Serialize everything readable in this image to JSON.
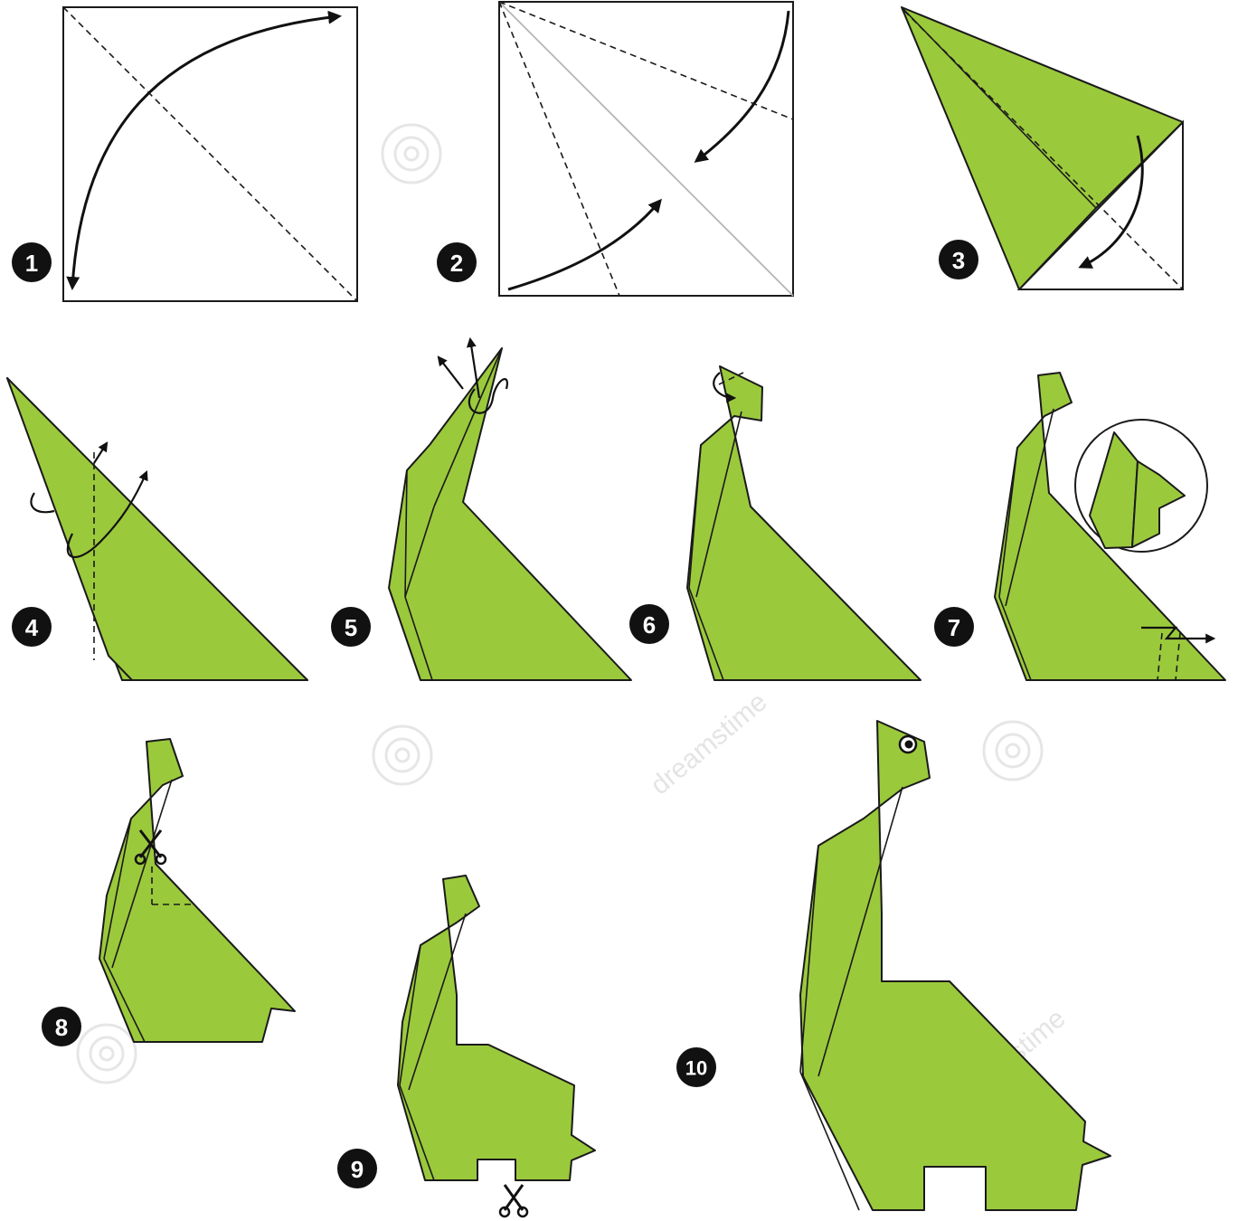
{
  "steps": [
    {
      "number": "1"
    },
    {
      "number": "2"
    },
    {
      "number": "3"
    },
    {
      "number": "4"
    },
    {
      "number": "5"
    },
    {
      "number": "6"
    },
    {
      "number": "7"
    },
    {
      "number": "8"
    },
    {
      "number": "9"
    },
    {
      "number": "10"
    }
  ],
  "watermark": {
    "text": "dreamstime"
  },
  "colors": {
    "paper": "#9bc93c",
    "outline": "#1a1a1a",
    "badge": "#111111",
    "badge_text": "#ffffff"
  },
  "icons": [
    "fold-arrow-icon",
    "scissors-icon",
    "eye-icon",
    "watermark-spiral-icon"
  ]
}
